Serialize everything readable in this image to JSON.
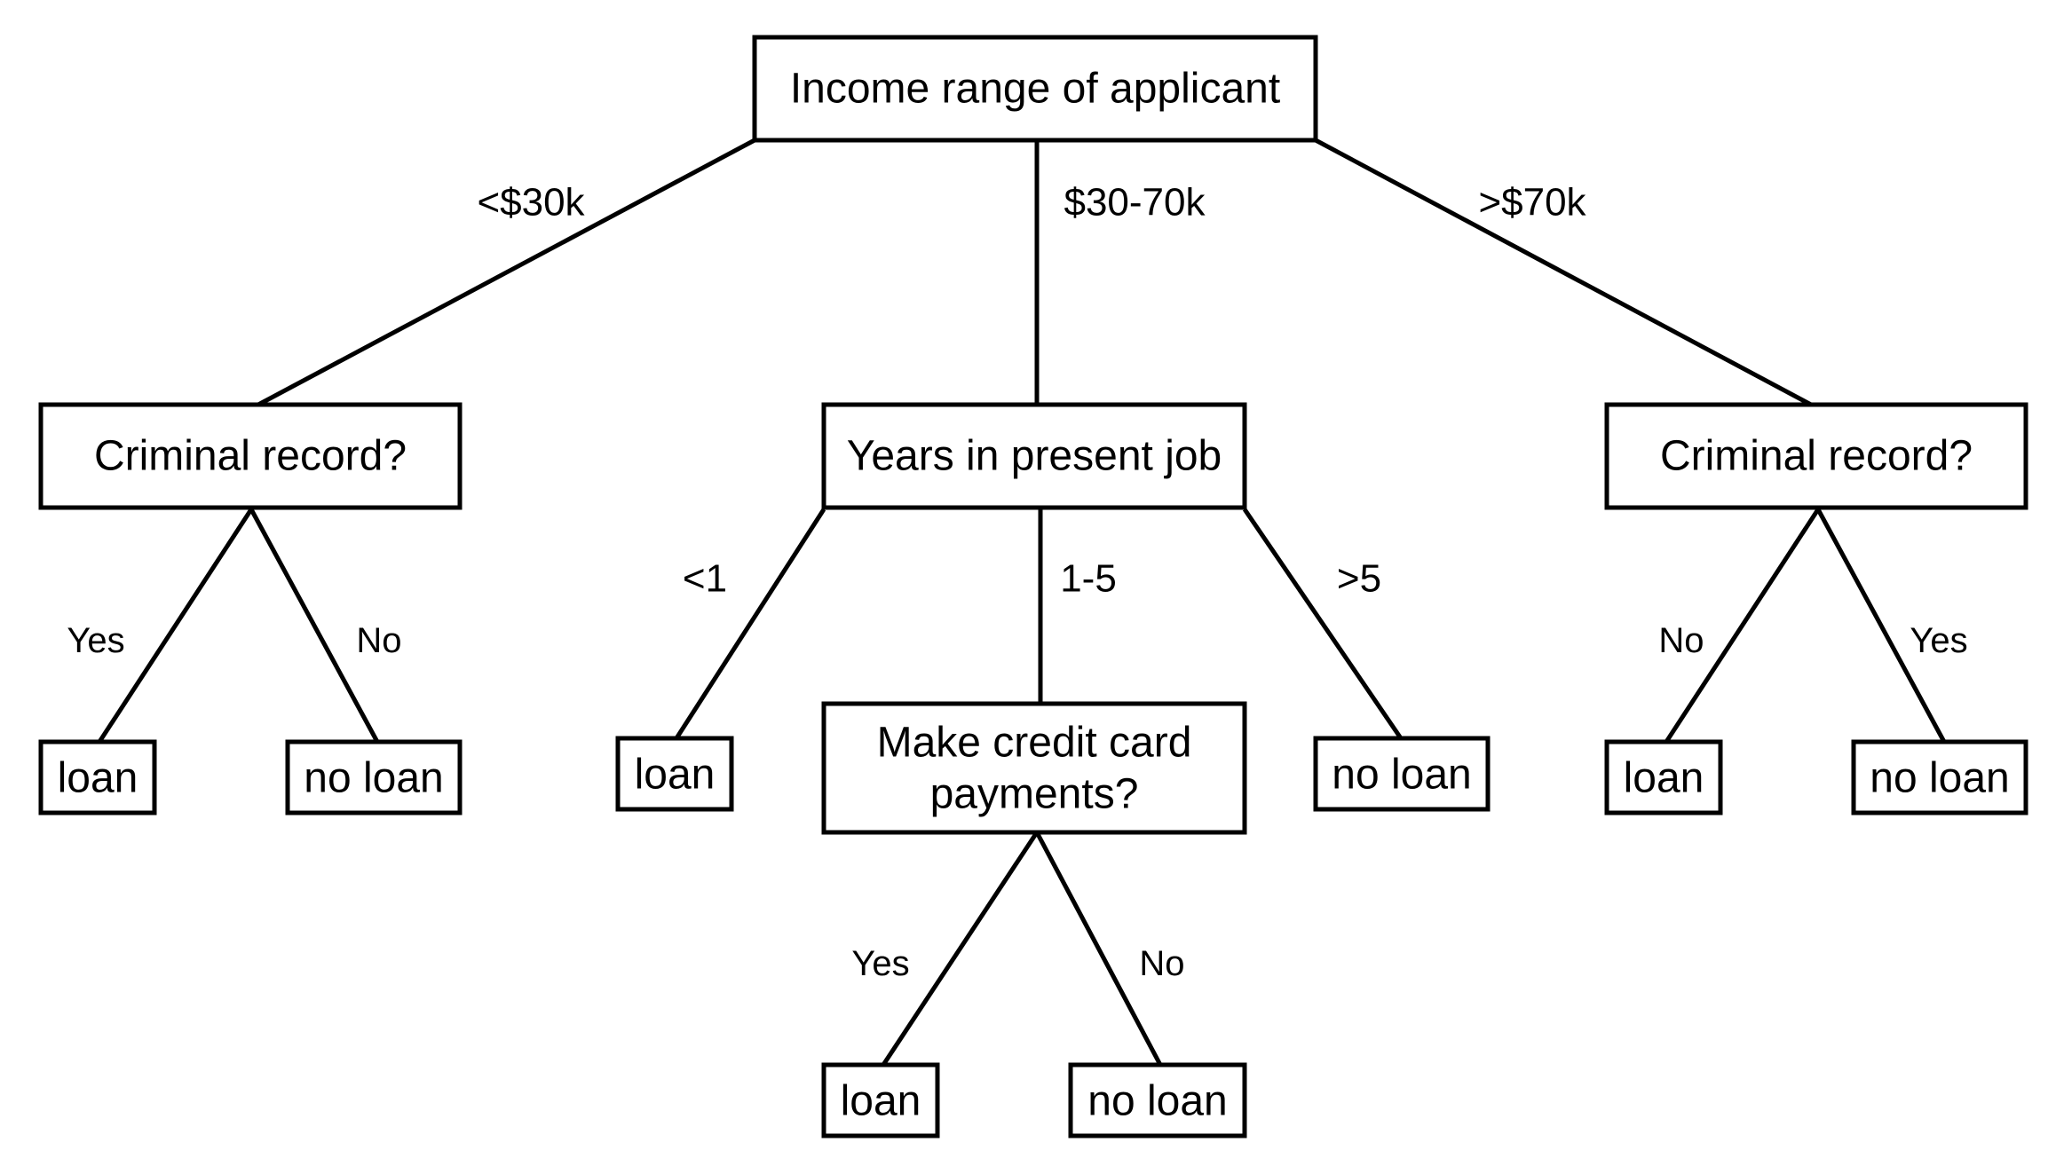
{
  "root": {
    "label": "Income range of applicant"
  },
  "branches": {
    "low": "<$30k",
    "mid": "$30-70k",
    "high": ">$70k"
  },
  "left": {
    "question": "Criminal record?",
    "yes_label": "Yes",
    "no_label": "No",
    "yes_leaf": "loan",
    "no_leaf": "no loan"
  },
  "middle": {
    "question": "Years in present job",
    "lt1_label": "<1",
    "mid_label": "1-5",
    "gt5_label": ">5",
    "lt1_leaf": "loan",
    "gt5_leaf": "no loan",
    "sub": {
      "question_line1": "Make credit card",
      "question_line2": "payments?",
      "yes_label": "Yes",
      "no_label": "No",
      "yes_leaf": "loan",
      "no_leaf": "no loan"
    }
  },
  "right": {
    "question": "Criminal record?",
    "no_label": "No",
    "yes_label": "Yes",
    "no_leaf": "loan",
    "yes_leaf": "no loan"
  }
}
